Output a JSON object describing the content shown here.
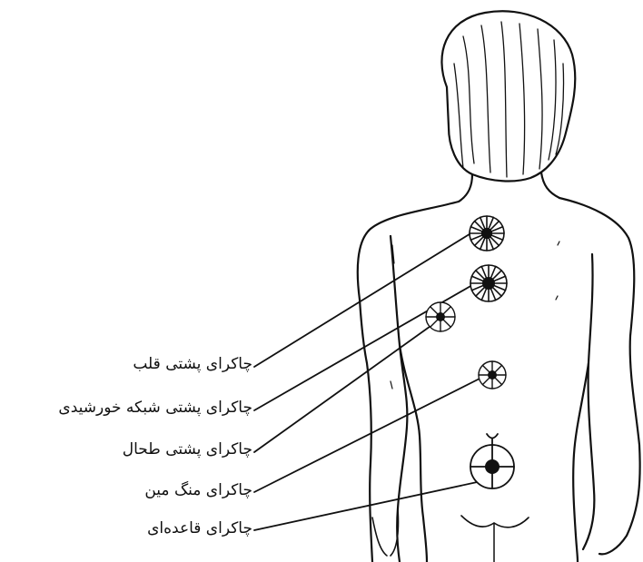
{
  "labels": [
    "چاکرای پشتی قلب",
    "چاکرای پشتی شبکه خورشیدی",
    "چاکرای پشتی طحال",
    "چاکرای منگ مین",
    "چاکرای قاعده‌ای"
  ],
  "colors": {
    "ink": "#111111",
    "background": "#ffffff"
  }
}
